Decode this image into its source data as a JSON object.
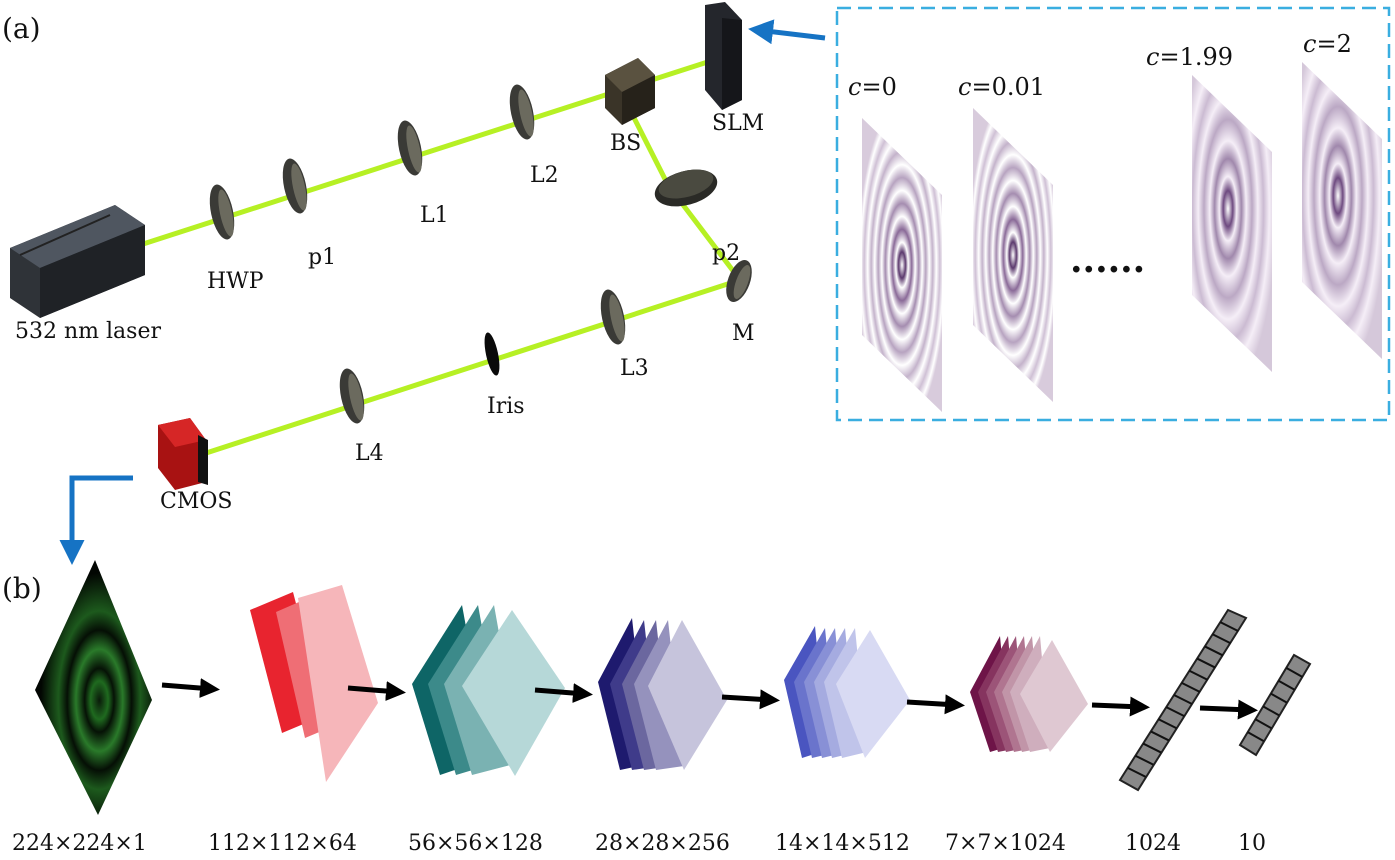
{
  "panel_a": {
    "label": "(a)",
    "components": {
      "laser": "532 nm laser",
      "hwp": "HWP",
      "p1": "p1",
      "l1": "L1",
      "l2": "L2",
      "bs": "BS",
      "slm": "SLM",
      "p2": "p2",
      "m": "M",
      "l3": "L3",
      "iris": "Iris",
      "l4": "L4",
      "cmos": "CMOS"
    },
    "inset": {
      "holograms": [
        {
          "c_symbol": "c",
          "value": "=0"
        },
        {
          "c_symbol": "c",
          "value": "=0.01"
        },
        {
          "c_symbol": "c",
          "value": "=1.99"
        },
        {
          "c_symbol": "c",
          "value": "=2"
        }
      ],
      "ellipsis": "......"
    },
    "colors": {
      "beam": "#b6f024",
      "inset_border": "#3aaee0",
      "arrow": "#1673c4"
    }
  },
  "panel_b": {
    "label": "(b)",
    "layers": [
      {
        "dims": "224×224×1",
        "stack": 1,
        "color": "#0b2a0b"
      },
      {
        "dims": "112×112×64",
        "stack": 3,
        "color": "#e8242f"
      },
      {
        "dims": "56×56×128",
        "stack": 4,
        "color": "#0e6566"
      },
      {
        "dims": "28×28×256",
        "stack": 5,
        "color": "#1e1a6e"
      },
      {
        "dims": "14×14×512",
        "stack": 6,
        "color": "#4a55c0"
      },
      {
        "dims": "7×7×1024",
        "stack": 7,
        "color": "#6e1448"
      },
      {
        "dims": "1024",
        "stack": 0,
        "color": "#888888"
      },
      {
        "dims": "10",
        "stack": 0,
        "color": "#888888"
      }
    ]
  }
}
